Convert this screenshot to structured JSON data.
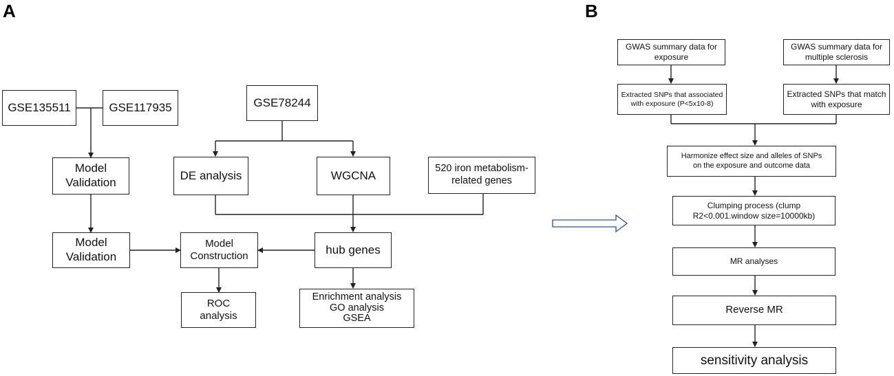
{
  "panels": {
    "a": "A",
    "b": "B"
  },
  "diagram_a": {
    "gse135511": "GSE135511",
    "gse117935": "GSE117935",
    "gse78244": "GSE78244",
    "model_validation_1": "Model\nValidation",
    "model_validation_2": "Model\nValidation",
    "de_analysis": "DE analysis",
    "wgcna": "WGCNA",
    "iron_genes": "520 iron metabolism-\nrelated genes",
    "model_construction": "Model\nConstruction",
    "hub_genes": "hub genes",
    "roc": "ROC\nanalysis",
    "enrichment": "Enrichment analysis\nGO analysis\nGSEA"
  },
  "diagram_b": {
    "gwas_exposure": "GWAS summary data for\nexposure",
    "gwas_ms": "GWAS summary data for\nmultiple sclerosis",
    "snps_exposure": "Extracted SNPs that associated\nwith exposure (P<5x10-8)",
    "snps_match": "Extracted SNPs that match\nwith exposure",
    "harmonize": "Harmonize effect size and alleles of SNPs\non the exposure and outcome data",
    "clumping": "Clumping process (clump\nR2<0.001.window size=10000kb)",
    "mr": "MR analyses",
    "reverse_mr": "Reverse MR",
    "sensitivity": "sensitivity analysis"
  }
}
